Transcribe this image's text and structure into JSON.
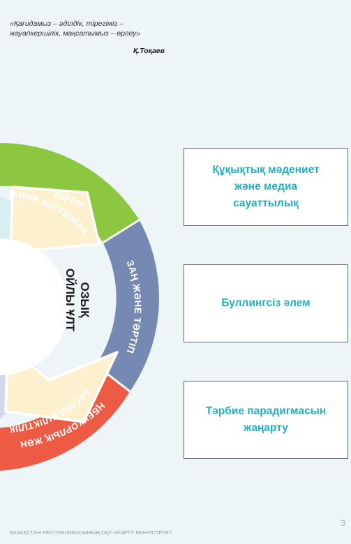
{
  "quote": {
    "lines": [
      "«Қағидамыз – әділдік, тірегіміз –",
      "жауапкершілік, мақсатымыз – өрлеу»"
    ],
    "author": "Қ.Тоқаев"
  },
  "wheel": {
    "center_lines": [
      "ОЗЫҚ",
      "ОЙЛЫ ҰЛТ"
    ],
    "segments": [
      {
        "line1": "БІРЛІК",
        "line2": "ЖӘНЕ ЫНТЫМАҚ",
        "color": "#8dc641"
      },
      {
        "line1": "ЗАҢ ЖӘНЕ ТӘРТІП",
        "line2": "",
        "color": "#7589b3"
      },
      {
        "line1": "ЕҢБЕКҚОРЛЫҚ ЖӘНЕ",
        "line2": "КӘСІБИ БІЛІКТІЛІК",
        "color": "#ee5b45"
      }
    ],
    "colors": {
      "center_fill": "#fdf0cf",
      "inner_teal": "#d7eef2",
      "inner_lilac": "#d7d7ec"
    }
  },
  "cards": [
    {
      "lines": [
        "Құқықтық мәдениет",
        "және медиа",
        "сауаттылық"
      ]
    },
    {
      "lines": [
        "Буллингсіз әлем"
      ]
    },
    {
      "lines": [
        "Тәрбие парадигмасын",
        "жаңарту"
      ]
    }
  ],
  "footer": "ҚАЗАҚСТАН РЕСПУБЛИКАСЫНЫҢ ОҚУ-АҒАРТУ МИНИСТРЛІГІ",
  "page_number": "3",
  "colors": {
    "accent": "#1fb0c3",
    "background": "#edf5f6"
  }
}
